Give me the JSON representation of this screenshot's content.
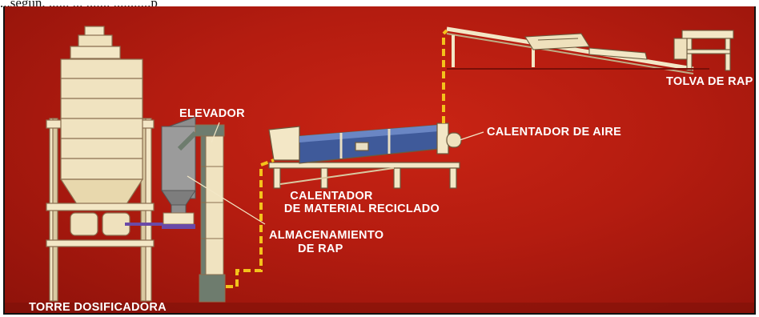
{
  "caption_top": "...segun, ...... ... ....... ...........p",
  "labels": {
    "elevador": "ELEVADOR",
    "calentador_aire": "CALENTADOR DE AIRE",
    "tolva_rap": "TOLVA DE RAP",
    "calentador_material_1": "CALENTADOR",
    "calentador_material_2": "DE MATERIAL RECICLADO",
    "almacenamiento_1": "ALMACENAMIENTO",
    "almacenamiento_2": "DE RAP",
    "torre_dosificadora": "TORRE DOSIFICADORA"
  },
  "colors": {
    "background": "#b41c10",
    "machinery": "#f3e7c6",
    "drum": "#3f5a9a",
    "flow_line": "#f3c21b",
    "label": "#ffffff"
  }
}
